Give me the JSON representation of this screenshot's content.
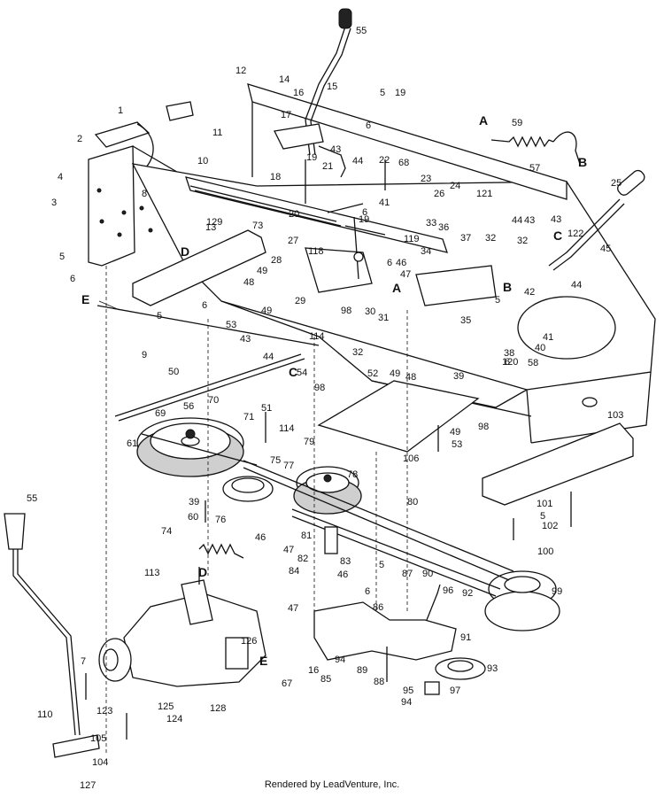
{
  "footer": {
    "text": "Rendered by LeadVenture, Inc."
  },
  "callouts": [
    "1",
    "2",
    "3",
    "4",
    "5",
    "6",
    "7",
    "8",
    "9",
    "10",
    "11",
    "12",
    "13",
    "14",
    "15",
    "16",
    "17",
    "18",
    "19",
    "20",
    "21",
    "22",
    "23",
    "24",
    "25",
    "26",
    "27",
    "28",
    "29",
    "30",
    "31",
    "32",
    "33",
    "34",
    "35",
    "36",
    "37",
    "38",
    "39",
    "40",
    "41",
    "42",
    "43",
    "44",
    "45",
    "46",
    "47",
    "48",
    "49",
    "50",
    "51",
    "52",
    "53",
    "54",
    "55",
    "56",
    "57",
    "58",
    "59",
    "60",
    "61",
    "67",
    "68",
    "69",
    "70",
    "71",
    "73",
    "74",
    "75",
    "76",
    "77",
    "78",
    "79",
    "80",
    "81",
    "82",
    "83",
    "84",
    "85",
    "86",
    "87",
    "88",
    "89",
    "90",
    "91",
    "92",
    "93",
    "94",
    "95",
    "96",
    "97",
    "98",
    "99",
    "100",
    "101",
    "102",
    "103",
    "104",
    "105",
    "106",
    "110",
    "113",
    "114",
    "118",
    "119",
    "120",
    "121",
    "122",
    "123",
    "124",
    "125",
    "126",
    "127",
    "128",
    "129"
  ],
  "connectors": [
    "A",
    "B",
    "C",
    "D",
    "E"
  ]
}
